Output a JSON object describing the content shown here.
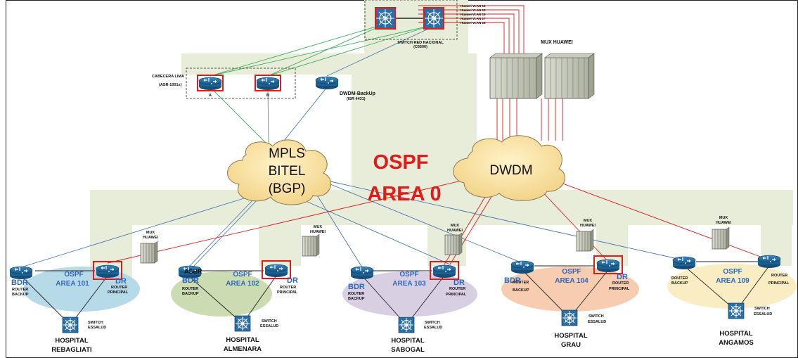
{
  "switch_red_nacional": {
    "label": "SWITCH RED NACIONAL",
    "model": "(C6500)",
    "icon_text": "Si"
  },
  "vlans": [
    "Huawei VLAN 14",
    "Huawei VLAN 15",
    "Huawei VLAN 16",
    "Huawei VLAN 17",
    "Huawei VLAN 18"
  ],
  "cabecera": {
    "label": "CABECERA LIMA",
    "model": "(ASR-1001x)",
    "router_a": "A",
    "router_b": "B"
  },
  "dwdm_backup": {
    "label": "DWDM-BackUp",
    "model": "(ISR 4431)"
  },
  "mux_top": {
    "label": "MUX HUAWEI"
  },
  "mpls_cloud": {
    "line1": "MPLS",
    "line2": "BITEL",
    "line3": "(BGP)"
  },
  "dwdm_cloud": {
    "label": "DWDM"
  },
  "ospf_area0": {
    "line1": "OSPF",
    "line2": "AREA 0"
  },
  "mux_label": {
    "line1": "MUX",
    "line2": "HUAWEI"
  },
  "roles": {
    "bdr": "BDR",
    "dr": "DR",
    "asbr": "ASBR",
    "router_backup_1": "ROUTER",
    "router_backup_2": "BACKUP",
    "router_principal_1": "ROUTER",
    "router_principal_2": "PRINCIPAL",
    "switch_1": "SWITCH",
    "switch_2": "ESSALUD"
  },
  "areas": [
    {
      "ospf": "OSPF",
      "area": "AREA 101",
      "hospital_1": "HOSPITAL",
      "hospital_2": "REBAGLIATI",
      "color": "#a9d3e3"
    },
    {
      "ospf": "OSPF",
      "area": "AREA 102",
      "hospital_1": "HOSPITAL",
      "hospital_2": "ALMENARA",
      "color": "#c2d6a4"
    },
    {
      "ospf": "OSPF",
      "area": "AREA 103",
      "hospital_1": "HOSPITAL",
      "hospital_2": "SABOGAL",
      "color": "#d4cae0"
    },
    {
      "ospf": "OSPF",
      "area": "AREA 104",
      "hospital_1": "HOSPITAL",
      "hospital_2": "GRAU",
      "color": "#f6c7a8"
    },
    {
      "ospf": "OSPF",
      "area": "AREA 109",
      "hospital_1": "HOSPITAL",
      "hospital_2": "ANGAMOS",
      "color": "#fbecc0"
    }
  ],
  "colors": {
    "red_link": "#e11a1a",
    "green_link": "#3fae5a",
    "blue_link": "#4a78b5",
    "router": "#1f5f8f",
    "accent_red": "#e11a1a"
  }
}
